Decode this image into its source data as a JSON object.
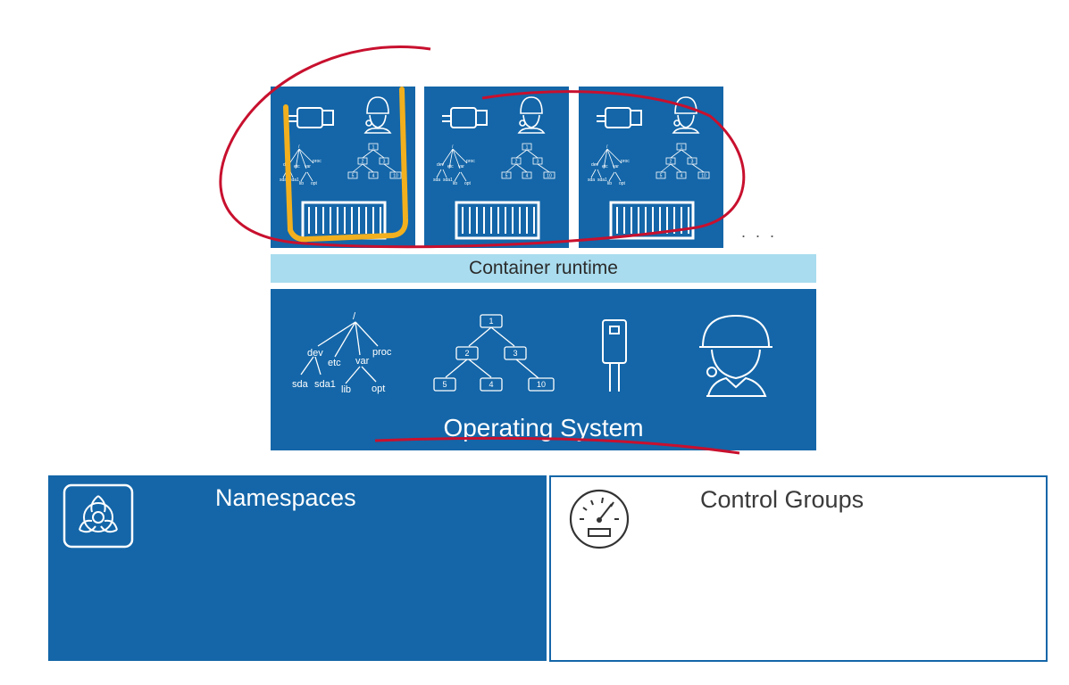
{
  "containers": {
    "ellipsis": ". . .",
    "items": [
      {
        "tree_labels": [
          "/",
          "dev",
          "etc",
          "var",
          "proc",
          "sda",
          "sda1",
          "lib",
          "opt"
        ],
        "proc_labels": [
          "1",
          "2",
          "3",
          "5",
          "4",
          "10"
        ]
      },
      {
        "tree_labels": [
          "/",
          "dev",
          "etc",
          "var",
          "proc",
          "sda",
          "sda1",
          "lib",
          "opt"
        ],
        "proc_labels": [
          "1",
          "2",
          "3",
          "5",
          "4",
          "10"
        ]
      },
      {
        "tree_labels": [
          "/",
          "dev",
          "etc",
          "var",
          "proc",
          "sda",
          "sda1",
          "lib",
          "opt"
        ],
        "proc_labels": [
          "1",
          "2",
          "3",
          "5",
          "4",
          "10"
        ]
      }
    ]
  },
  "runtime": {
    "label": "Container runtime"
  },
  "os": {
    "title": "Operating System",
    "filesystem": {
      "root": "/",
      "dev": "dev",
      "etc": "etc",
      "var": "var",
      "proc": "proc",
      "sda": "sda",
      "sda1": "sda1",
      "lib": "lib",
      "opt": "opt"
    },
    "process_tree": {
      "p1": "1",
      "p2": "2",
      "p3": "3",
      "p5": "5",
      "p4": "4",
      "p10": "10"
    }
  },
  "panels": {
    "namespaces": {
      "title": "Namespaces",
      "icon": "biohazard-icon"
    },
    "control_groups": {
      "title": "Control Groups",
      "icon": "gauge-icon"
    }
  },
  "colors": {
    "primary_blue": "#1466a8",
    "runtime_blue": "#a9dcee",
    "annotation_red": "#c8102e",
    "annotation_yellow": "#f2b01e"
  }
}
